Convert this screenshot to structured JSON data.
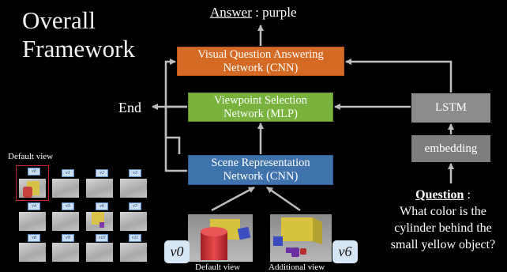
{
  "title": {
    "line1": "Overall",
    "line2": "Framework"
  },
  "answer": {
    "label": "Answer",
    "separator": " : ",
    "value": "purple"
  },
  "nodes": {
    "vqa": {
      "line1": "Visual Question Answering",
      "line2": "Network (CNN)"
    },
    "viewpoint": {
      "line1": "Viewpoint Selection",
      "line2": "Network (MLP)"
    },
    "scene": {
      "line1": "Scene Representation",
      "line2": "Network (CNN)"
    },
    "lstm": "LSTM",
    "embedding": "embedding",
    "end": "End"
  },
  "question": {
    "heading": "Question",
    "separator": " :",
    "text_lines": [
      "What color is the",
      "cylinder behind the",
      "small yellow object?"
    ]
  },
  "views": {
    "default_label": "Default view",
    "thumb_labels": [
      "v0",
      "v1",
      "v2",
      "v3",
      "v4",
      "v5",
      "v6",
      "v7",
      "v8",
      "v9",
      "v10",
      "v11"
    ],
    "photo_labels": [
      "Default view",
      "Additional view"
    ],
    "photo_tags": [
      "v0",
      "v6"
    ]
  },
  "colors": {
    "vqa": "#d46a24",
    "viewpoint": "#79b33d",
    "scene": "#3f73ac",
    "lstm": "#8c8c8c",
    "tag": "#d7e6f5",
    "selected_border": "#c0282d"
  }
}
